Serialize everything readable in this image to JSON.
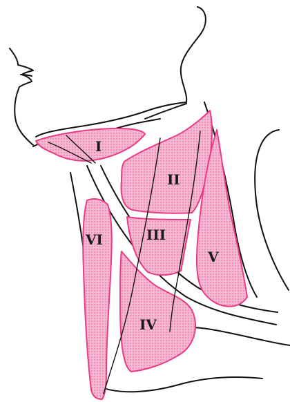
{
  "colors": {
    "region_fill": "#f2a6c6",
    "region_stroke": "#ea3b86",
    "outline": "#111111",
    "background": "#ffffff"
  },
  "regions": [
    {
      "id": "region-i",
      "label": "I"
    },
    {
      "id": "region-ii",
      "label": "II"
    },
    {
      "id": "region-iii",
      "label": "III"
    },
    {
      "id": "region-iv",
      "label": "IV"
    },
    {
      "id": "region-v",
      "label": "V"
    },
    {
      "id": "region-vi",
      "label": "VI"
    }
  ]
}
